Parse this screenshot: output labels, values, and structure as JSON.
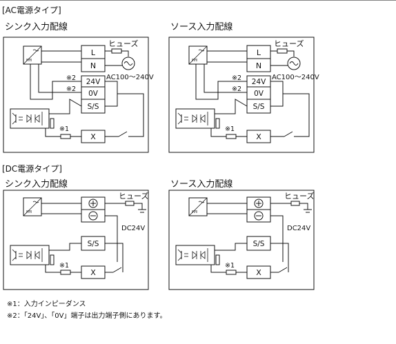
{
  "page": {
    "top_line_color": "#7f7f7f"
  },
  "sections": [
    {
      "title": "[AC電源タイプ]",
      "panels": [
        {
          "title": "シンク入力配線",
          "terminals": [
            "L",
            "N",
            "24V",
            "0V",
            "S/S",
            "X"
          ],
          "fuse_label": "ヒューズ",
          "supply_label": "AC100～240V",
          "marks": [
            "※2",
            "※2",
            "※1"
          ]
        },
        {
          "title": "ソース入力配線",
          "terminals": [
            "L",
            "N",
            "24V",
            "0V",
            "S/S",
            "X"
          ],
          "fuse_label": "ヒューズ",
          "supply_label": "AC100～240V",
          "marks": [
            "※2",
            "※2",
            "※1"
          ]
        }
      ]
    },
    {
      "title": "[DC電源タイプ]",
      "panels": [
        {
          "title": "シンク入力配線",
          "terminals": [
            "S/S",
            "X"
          ],
          "fuse_label": "ヒューズ",
          "supply_label": "DC24V",
          "marks": [
            "※1"
          ]
        },
        {
          "title": "ソース入力配線",
          "terminals": [
            "S/S",
            "X"
          ],
          "fuse_label": "ヒューズ",
          "supply_label": "DC24V",
          "marks": [
            "※1"
          ]
        }
      ]
    }
  ],
  "notes": [
    "※1：入力インピーダンス",
    "※2：「24V」、「0V」端子は出力端子側にあります。"
  ]
}
